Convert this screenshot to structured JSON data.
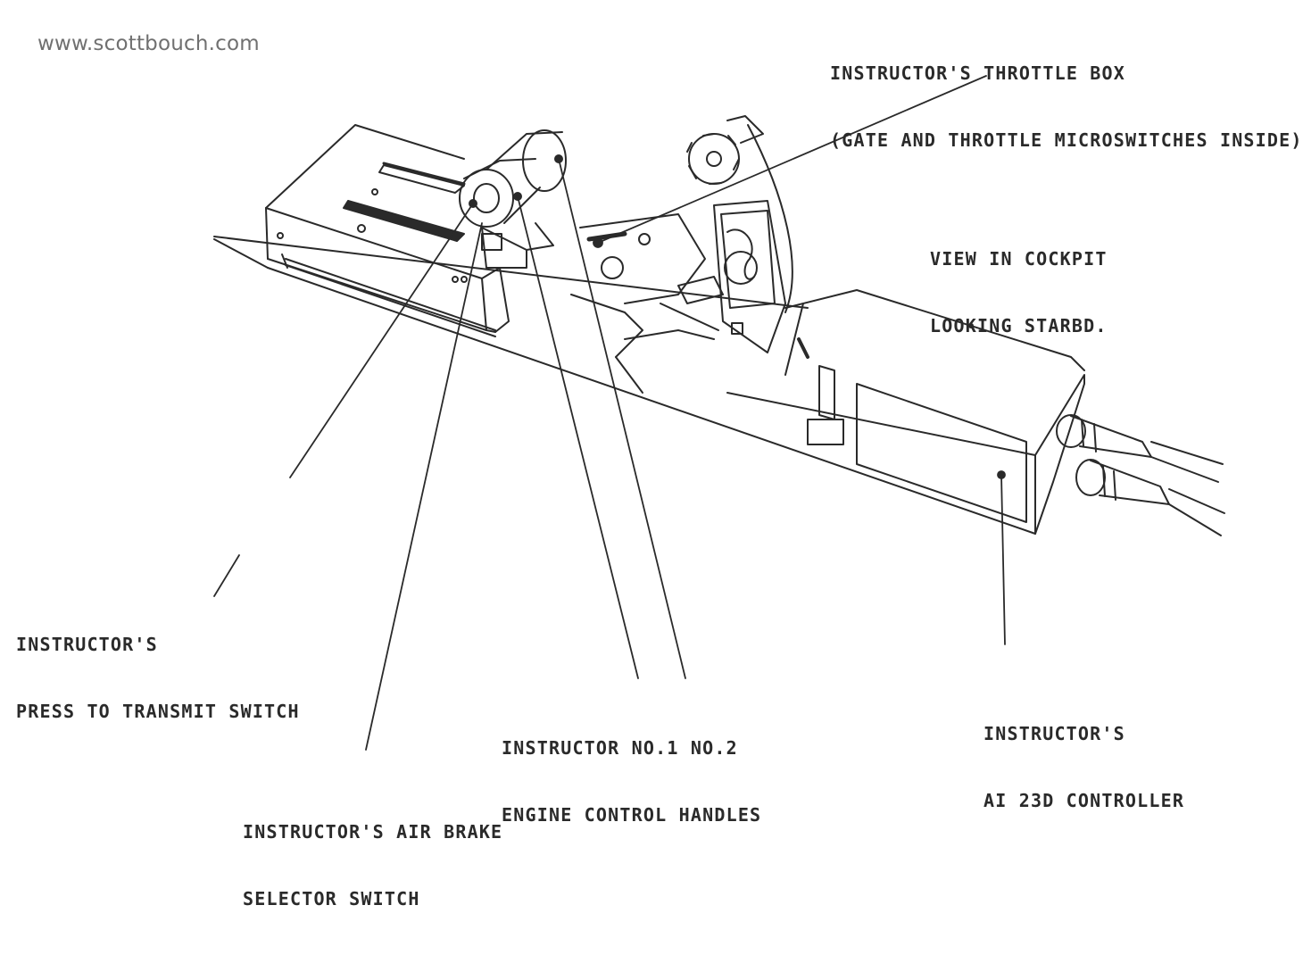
{
  "watermark": "www.scottbouch.com",
  "labels": {
    "throttle_box": {
      "line1": "INSTRUCTOR'S THROTTLE BOX",
      "line2": "(GATE AND THROTTLE MICROSWITCHES INSIDE)"
    },
    "view_note": {
      "line1": "VIEW IN COCKPIT",
      "line2": "LOOKING STARBD."
    },
    "press_to_transmit": {
      "line1": "INSTRUCTOR'S",
      "line2": "PRESS TO TRANSMIT SWITCH"
    },
    "engine_handles": {
      "line1": "INSTRUCTOR NO.1 NO.2",
      "line2": "ENGINE CONTROL HANDLES"
    },
    "ai23d_controller": {
      "line1": "INSTRUCTOR'S",
      "line2": "AI 23D CONTROLLER"
    },
    "air_brake": {
      "line1": "INSTRUCTOR'S AIR BRAKE",
      "line2": "SELECTOR SWITCH"
    }
  },
  "colors": {
    "ink": "#2a2a2a",
    "watermark": "#707070",
    "paper": "#ffffff"
  }
}
